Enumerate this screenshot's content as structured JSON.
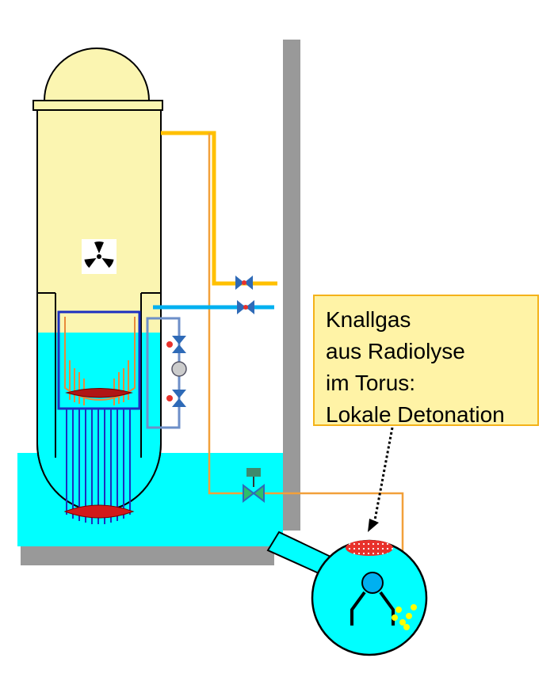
{
  "callout": {
    "lines": [
      "Knallgas",
      "aus Radiolyse",
      "im Torus:",
      "Lokale Detonation"
    ]
  },
  "icons": [
    "radiation-trefoil-icon",
    "valve-icon",
    "pump-icon",
    "actuator-valve-icon"
  ],
  "colors": {
    "vessel_fill": "#fbf5b1",
    "water": "#00ffff",
    "melt": "#d11a1a",
    "hot_pipe": "#ffc000",
    "gas_pipe": "#f2a03a",
    "coolant_pipe": "#00b0f0",
    "valve_red": "#e8312b",
    "valve_blue": "#2e6ab7",
    "wall_grey": "#999999",
    "callout_fill": "#fff3a6",
    "callout_border": "#f4b21a",
    "hydrogen_bubble": "#ffff00"
  }
}
